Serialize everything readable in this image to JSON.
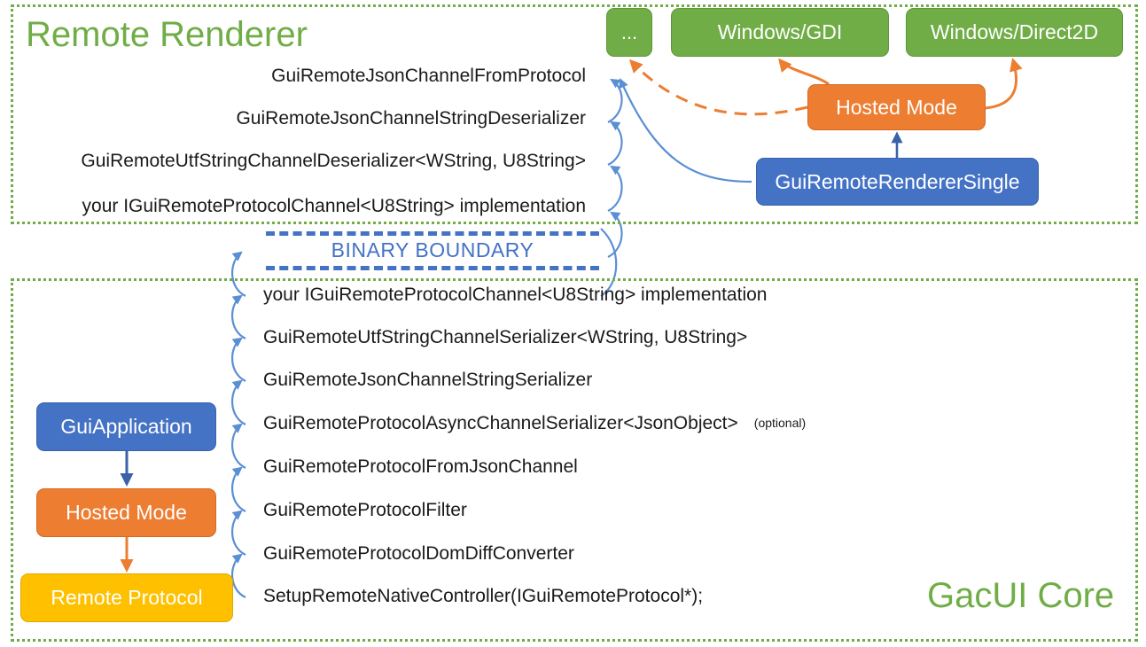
{
  "sections": {
    "remote_renderer": {
      "title": "Remote Renderer",
      "stack": [
        {
          "label": "GuiRemoteJsonChannelFromProtocol"
        },
        {
          "label": "GuiRemoteJsonChannelStringDeserializer"
        },
        {
          "label": "GuiRemoteUtfStringChannelDeserializer<WString, U8String>"
        },
        {
          "label": "your IGuiRemoteProtocolChannel<U8String> implementation"
        }
      ],
      "nodes": {
        "ellipsis": "...",
        "windows_gdi": "Windows/GDI",
        "windows_direct2d": "Windows/Direct2D",
        "hosted_mode": "Hosted Mode",
        "renderer_single": "GuiRemoteRendererSingle"
      }
    },
    "binary_boundary": {
      "label": "BINARY BOUNDARY"
    },
    "gacui_core": {
      "title": "GacUI Core",
      "stack": [
        {
          "label": "your IGuiRemoteProtocolChannel<U8String> implementation",
          "note": ""
        },
        {
          "label": "GuiRemoteUtfStringChannelSerializer<WString, U8String>",
          "note": ""
        },
        {
          "label": "GuiRemoteJsonChannelStringSerializer",
          "note": ""
        },
        {
          "label": "GuiRemoteProtocolAsyncChannelSerializer<JsonObject>",
          "note": "(optional)"
        },
        {
          "label": "GuiRemoteProtocolFromJsonChannel",
          "note": ""
        },
        {
          "label": "GuiRemoteProtocolFilter",
          "note": ""
        },
        {
          "label": "GuiRemoteProtocolDomDiffConverter",
          "note": ""
        },
        {
          "label": "SetupRemoteNativeController(IGuiRemoteProtocol*);",
          "note": ""
        }
      ],
      "nodes": {
        "guiapplication": "GuiApplication",
        "hosted_mode": "Hosted Mode",
        "remote_protocol": "Remote Protocol"
      }
    }
  },
  "colors": {
    "green": "#70AD47",
    "orange": "#ED7D31",
    "blue": "#4472C4",
    "gold": "#FFC000",
    "arrow_blue": "#5B8FD4",
    "arrow_orange": "#ED7D31",
    "text": "#1a1a1a"
  }
}
